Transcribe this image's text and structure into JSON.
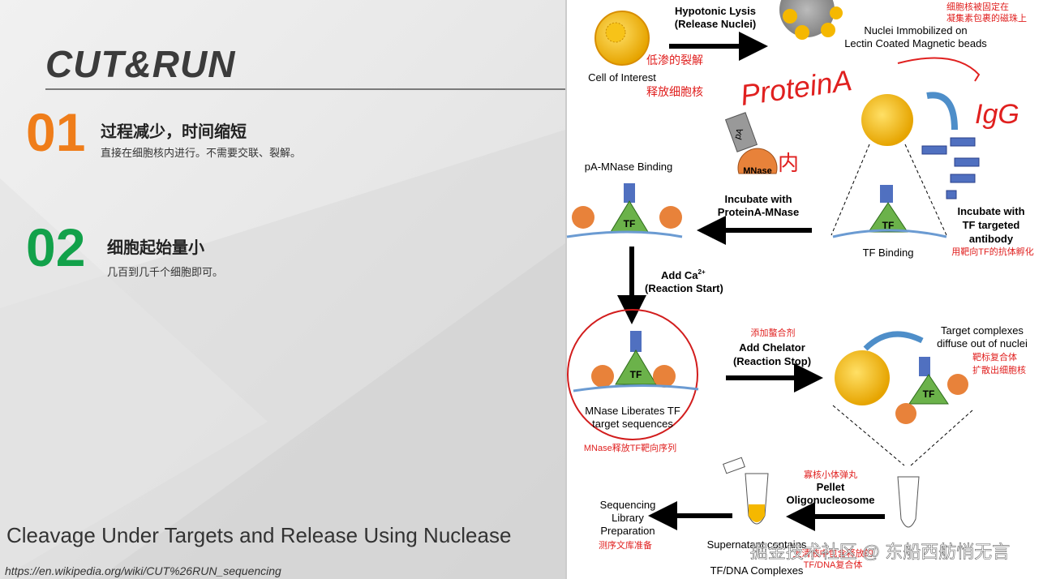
{
  "slide": {
    "title": "CUT&RUN",
    "items": [
      {
        "num": "01",
        "heading": "过程减少，时间缩短",
        "desc": "直接在细胞核内进行。不需要交联、裂解。"
      },
      {
        "num": "02",
        "heading": "细胞起始量小",
        "desc": "几百到几千个细胞即可。"
      }
    ],
    "full_name": "Cleavage Under Targets and Release Using Nuclease",
    "url": "https://en.wikipedia.org/wiki/CUT%26RUN_sequencing"
  },
  "diagram": {
    "step_lysis": "Hypotonic Lysis",
    "step_lysis2": "(Release Nuclei)",
    "cell_label": "Cell of Interest",
    "cn_lysis1": "低渗的裂解",
    "cn_lysis2": "释放细胞核",
    "nuclei_label1": "Nuclei Immobilized on",
    "nuclei_label2": "Lectin Coated Magnetic beads",
    "cn_nuclei1": "细胞核被固定在",
    "cn_nuclei2": "凝集素包裹的磁珠上",
    "pa": "pA",
    "mnase": "MNase",
    "tf": "TF",
    "incubate_pa1": "Incubate with",
    "incubate_pa2": "ProteinA-MNase",
    "pa_binding": "pA-MNase Binding",
    "tf_binding": "TF Binding",
    "incubate_ab1": "Incubate with",
    "incubate_ab2": "TF targeted",
    "incubate_ab3": "antibody",
    "cn_ab": "用靶向TF的抗体孵化",
    "add_ca1": "Add Ca",
    "add_ca_sup": "2+",
    "add_ca2": "(Reaction Start)",
    "cn_chelator": "添加螯合剂",
    "add_chelator1": "Add Chelator",
    "add_chelator2": "(Reaction Stop)",
    "target_out1": "Target complexes",
    "target_out2": "diffuse out of nuclei",
    "cn_target1": "靶标复合体",
    "cn_target2": "扩散出细胞核",
    "mnase_lib1": "MNase Liberates TF",
    "mnase_lib2": "target sequences",
    "cn_mnase_lib": "MNase释放TF靶向序列",
    "cn_pellet": "寡核小体弹丸",
    "pellet1": "Pellet",
    "pellet2": "Oligonucleosome",
    "seq1": "Sequencing",
    "seq2": "Library",
    "seq3": "Preparation",
    "cn_seq": "测序文库准备",
    "super1": "Supernatant contains",
    "super2": "TF/DNA Complexes",
    "cn_super1": "上清液中包含释放的",
    "cn_super2": "TF/DNA复合体",
    "hw_protein": "ProteinA",
    "hw_igg": "IgG",
    "hw_nei": "内",
    "watermark": "掘金技术社区 @ 东船西舫悄无言"
  },
  "colors": {
    "orange": "#ef7d1a",
    "green": "#12a14a",
    "red_note": "#e0201f",
    "mnase": "#e8823a",
    "tf_green": "#6bb24a",
    "gold": "#f2b712"
  }
}
